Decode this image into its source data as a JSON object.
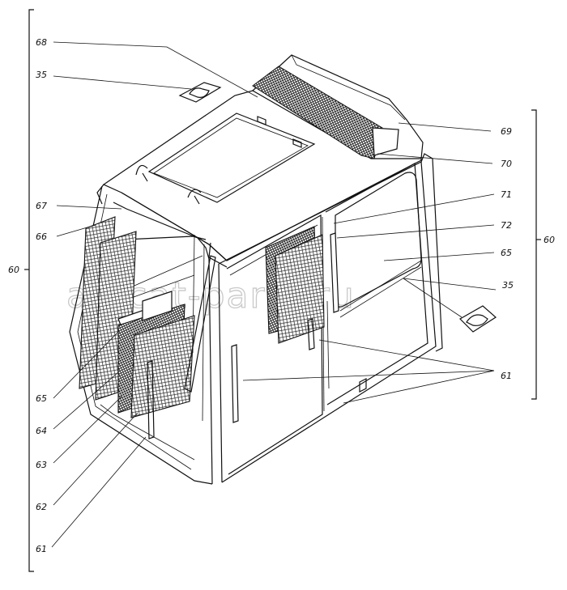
{
  "watermark": "all-cat-parts.ru",
  "brackets": {
    "left": "60",
    "right": "60"
  },
  "callouts": [
    {
      "id": "c68",
      "text": "68"
    },
    {
      "id": "c35a",
      "text": "35"
    },
    {
      "id": "c67",
      "text": "67"
    },
    {
      "id": "c66",
      "text": "66"
    },
    {
      "id": "c65a",
      "text": "65"
    },
    {
      "id": "c64",
      "text": "64"
    },
    {
      "id": "c63",
      "text": "63"
    },
    {
      "id": "c62",
      "text": "62"
    },
    {
      "id": "c61a",
      "text": "61"
    },
    {
      "id": "c69",
      "text": "69"
    },
    {
      "id": "c70",
      "text": "70"
    },
    {
      "id": "c71",
      "text": "71"
    },
    {
      "id": "c72",
      "text": "72"
    },
    {
      "id": "c65b",
      "text": "65"
    },
    {
      "id": "c35b",
      "text": "35"
    },
    {
      "id": "c61b",
      "text": "61"
    }
  ]
}
